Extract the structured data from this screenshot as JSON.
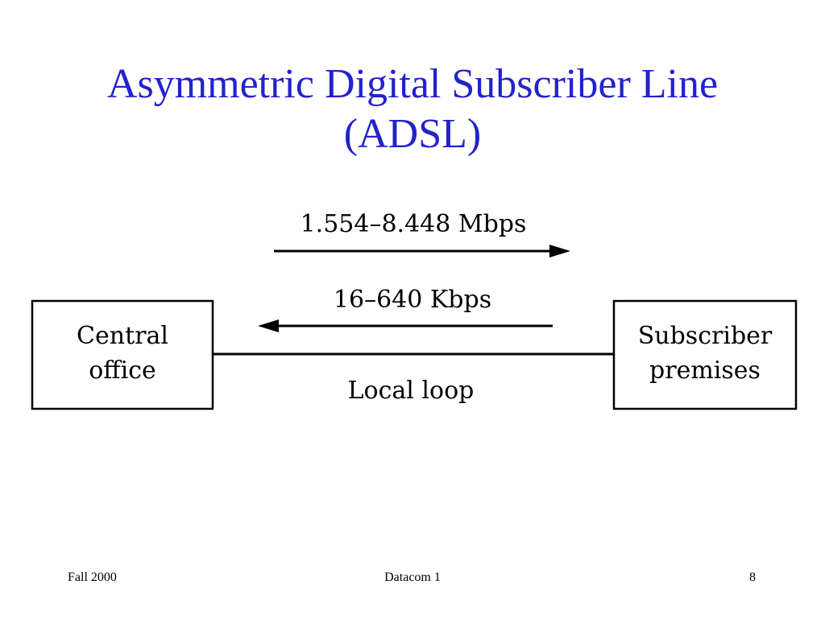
{
  "slide": {
    "title_line1": "Asymmetric Digital Subscriber Line",
    "title_line2": "(ADSL)"
  },
  "diagram": {
    "downstream_rate": "1.554–8.448 Mbps",
    "upstream_rate": "16–640 Kbps",
    "left_box_line1": "Central",
    "left_box_line2": "office",
    "right_box_line1": "Subscriber",
    "right_box_line2": "premises",
    "link_label": "Local loop"
  },
  "footer": {
    "left": "Fall 2000",
    "center": "Datacom 1",
    "right": "8"
  }
}
